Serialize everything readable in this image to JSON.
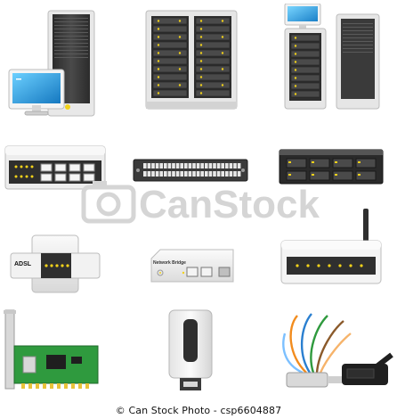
{
  "icons": [
    {
      "name": "workstation-icon"
    },
    {
      "name": "rack-server-icon"
    },
    {
      "name": "server-pair-icon"
    },
    {
      "name": "network-switch-icon"
    },
    {
      "name": "patch-panel-icon"
    },
    {
      "name": "storage-server-icon"
    },
    {
      "name": "adsl-modem-icon"
    },
    {
      "name": "network-bridge-icon"
    },
    {
      "name": "wireless-router-icon"
    },
    {
      "name": "network-card-icon"
    },
    {
      "name": "usb-modem-icon"
    },
    {
      "name": "network-cable-icon"
    }
  ],
  "labels": {
    "adsl": "ADSL",
    "network_bridge": "Network Bridge"
  },
  "watermark": {
    "text": "CanStock"
  },
  "footer": {
    "text": "© Can Stock Photo - csp6604887"
  },
  "colors": {
    "led_yellow": "#f2d21a",
    "screen_blue": "#2aa0e0",
    "pcb_green": "#2f9a3e",
    "watermark_gray": "#d5d5d5"
  }
}
